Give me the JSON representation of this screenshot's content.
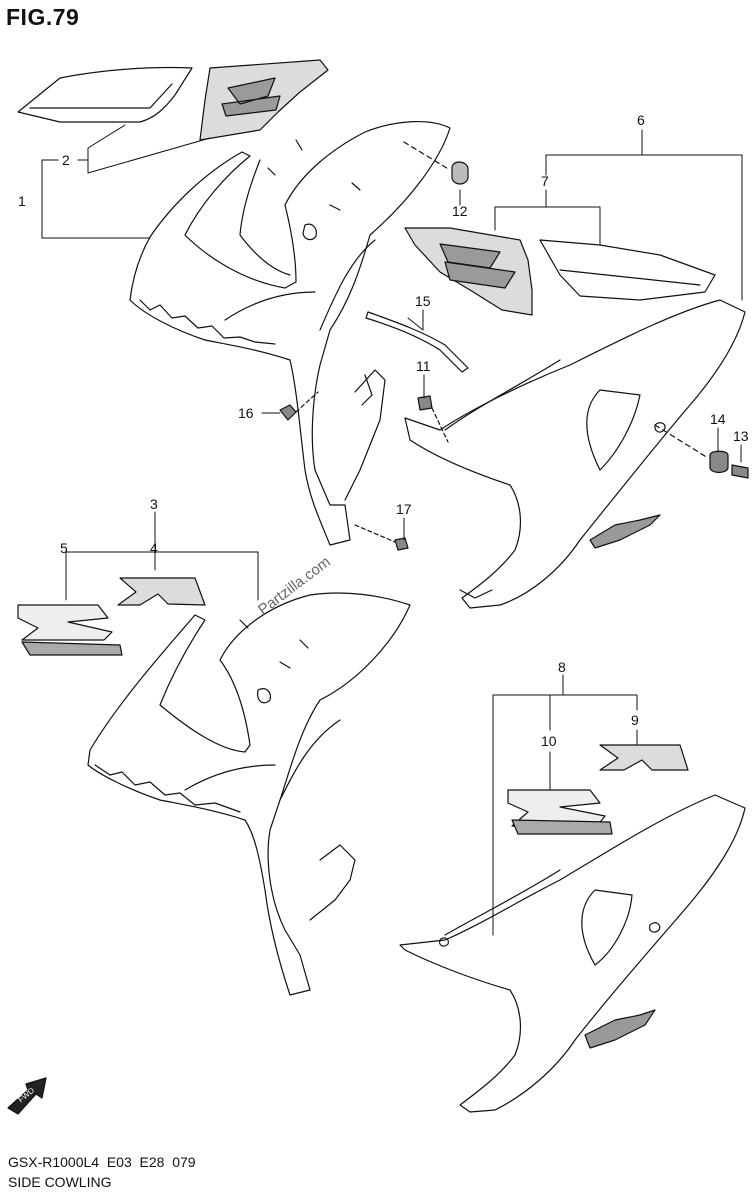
{
  "figure": {
    "title": "FIG.79"
  },
  "callouts": {
    "c1": "1",
    "c2": "2",
    "c3": "3",
    "c4": "4",
    "c5": "5",
    "c6": "6",
    "c7": "7",
    "c8": "8",
    "c9": "9",
    "c10": "10",
    "c11": "11",
    "c12": "12",
    "c13": "13",
    "c14": "14",
    "c15": "15",
    "c16": "16",
    "c17": "17"
  },
  "watermark": "Partzilla.com",
  "footer": {
    "model": "GSX-R1000L4  E03  E28  079",
    "section": "SIDE COWLING"
  },
  "icons": {
    "fwd": "FWD"
  }
}
